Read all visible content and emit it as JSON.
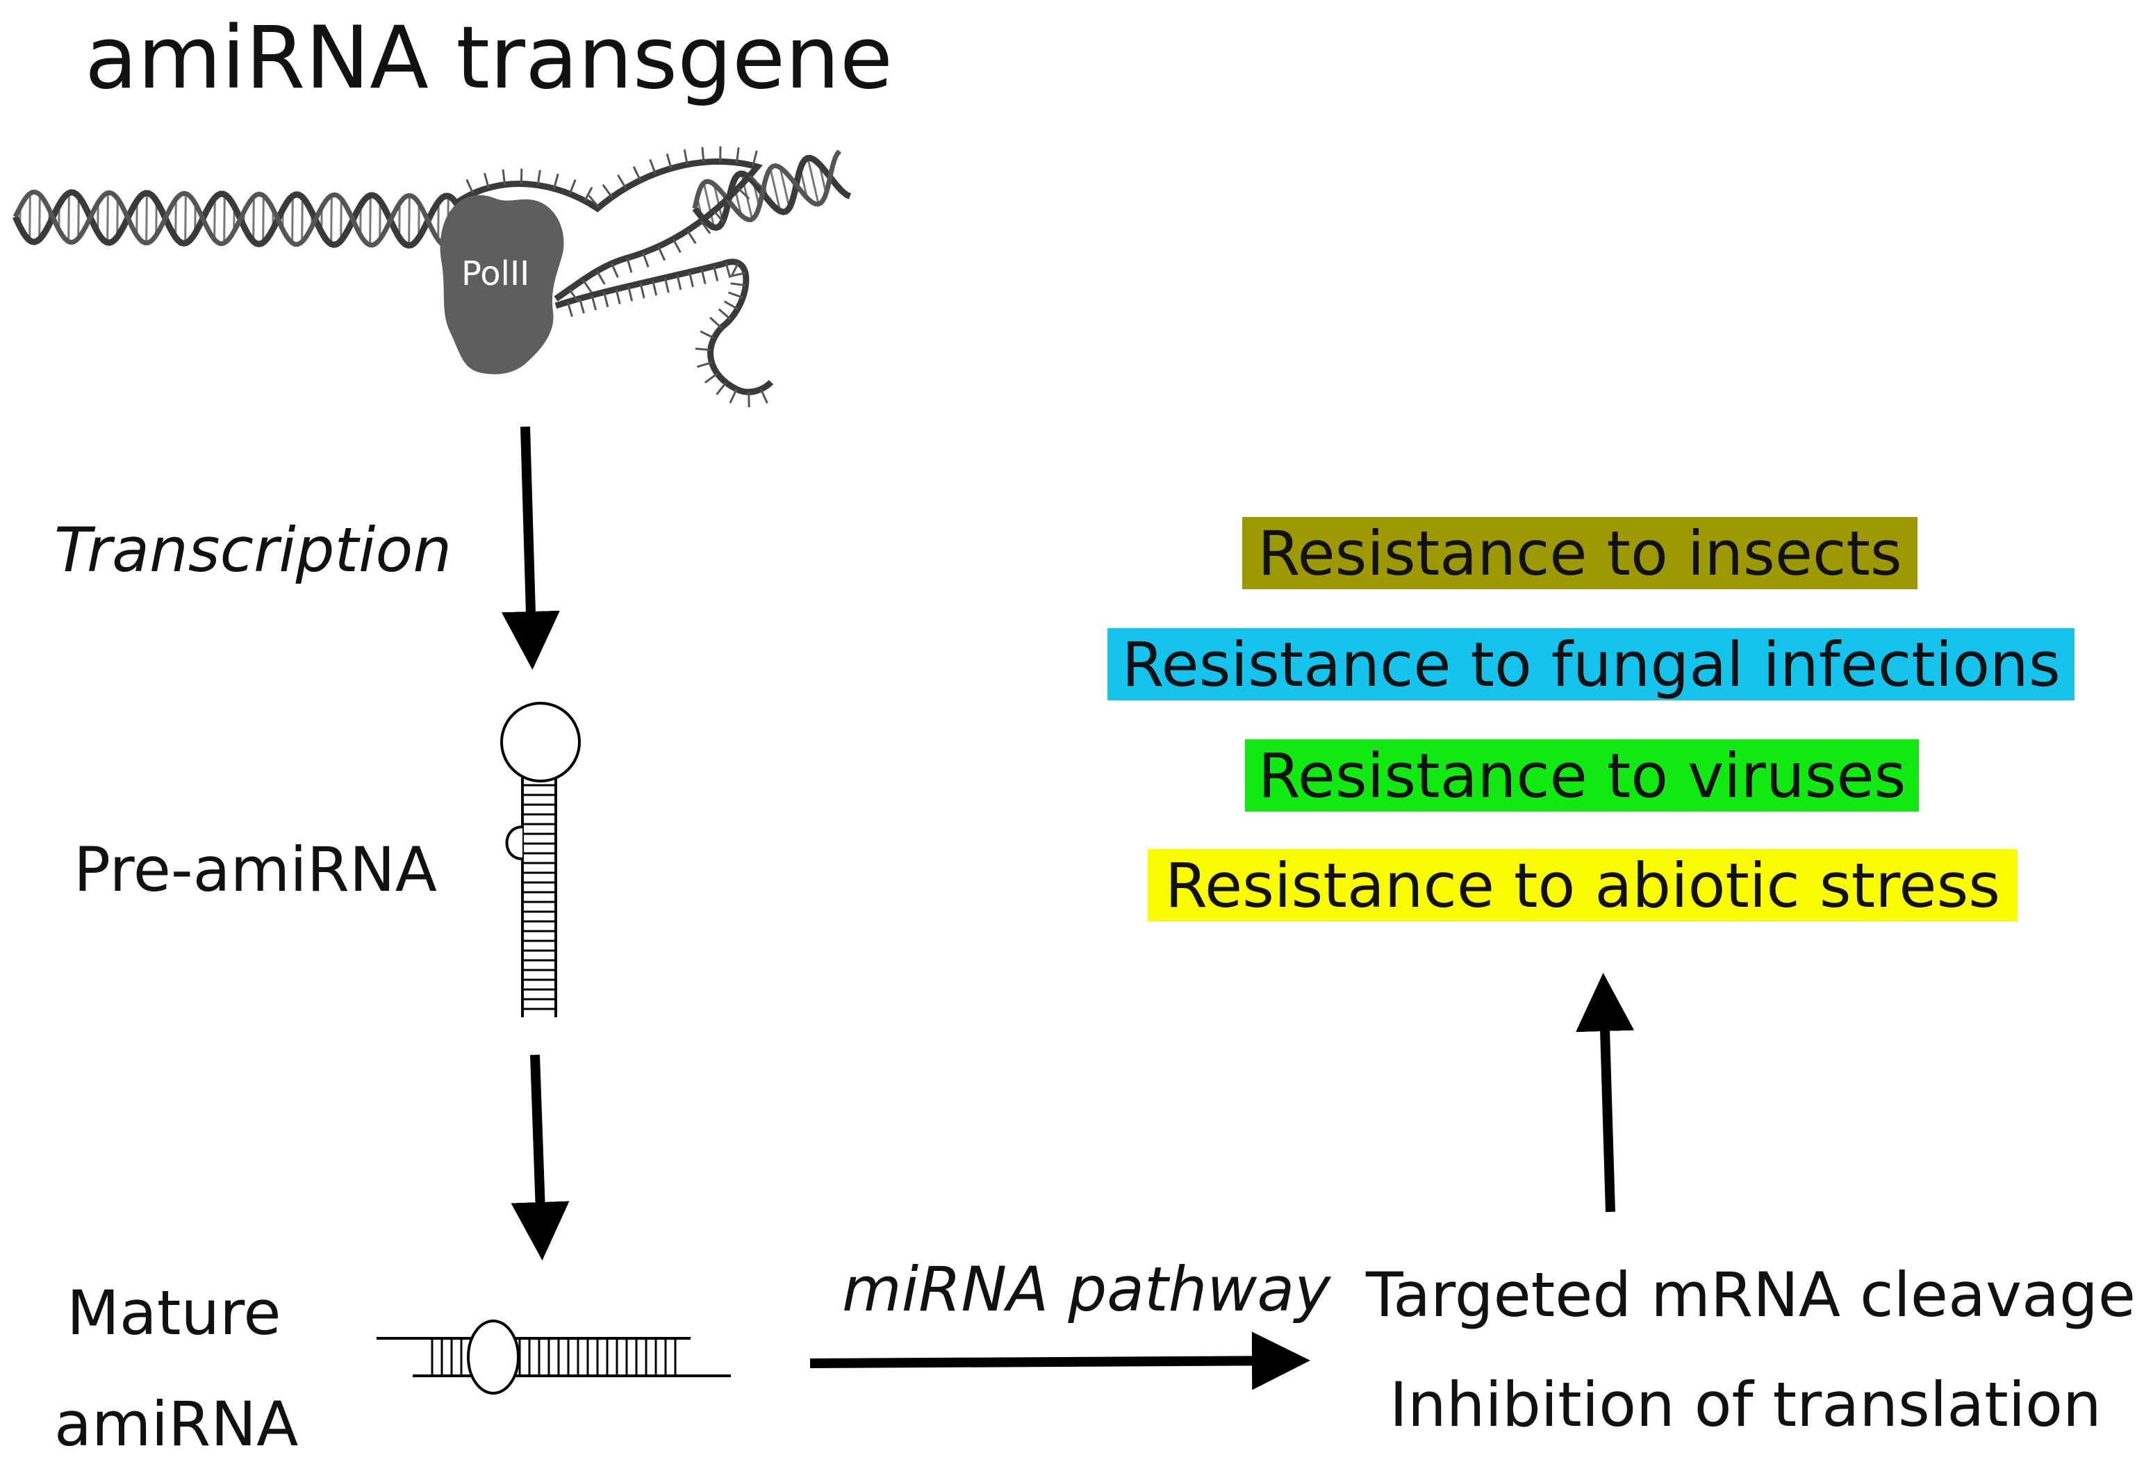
{
  "title": "amiRNA transgene",
  "enzyme_label": "PolII",
  "steps": {
    "transcription": "Transcription",
    "pre_amirna": "Pre-amiRNA",
    "mature_line1": "Mature",
    "mature_line2": "amiRNA",
    "pathway": "miRNA pathway"
  },
  "effects": {
    "cleavage": "Targeted mRNA cleavage",
    "inhibition": "Inhibition of translation"
  },
  "outcomes": [
    {
      "label": "Resistance to insects",
      "color": "#9c9a00"
    },
    {
      "label": "Resistance to fungal infections",
      "color": "#15c4ec"
    },
    {
      "label": "Resistance to viruses",
      "color": "#11ea11"
    },
    {
      "label": "Resistance to  abiotic stress",
      "color": "#fcfc00"
    }
  ],
  "colors": {
    "polII": "#5e5e5e",
    "dna": "#3a3a3a",
    "arrow": "#000000"
  }
}
